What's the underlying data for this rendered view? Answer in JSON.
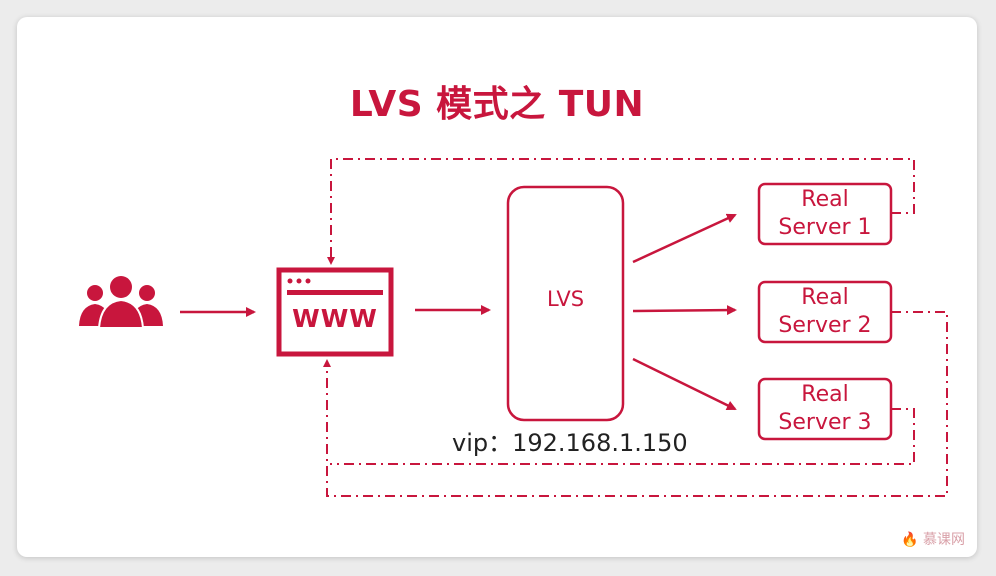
{
  "title": "LVS 模式之 TUN",
  "lvs": {
    "label": "LVS"
  },
  "vip": "vip：192.168.1.150",
  "www": {
    "label": "WWW"
  },
  "servers": [
    {
      "line1": "Real",
      "line2": "Server 1"
    },
    {
      "line1": "Real",
      "line2": "Server 2"
    },
    {
      "line1": "Real",
      "line2": "Server 3"
    }
  ],
  "watermark": "慕课网",
  "colors": {
    "accent": "#c8163d"
  },
  "icons": {
    "users": "users-icon",
    "browser": "browser-window-icon",
    "logo": "flame-icon"
  }
}
